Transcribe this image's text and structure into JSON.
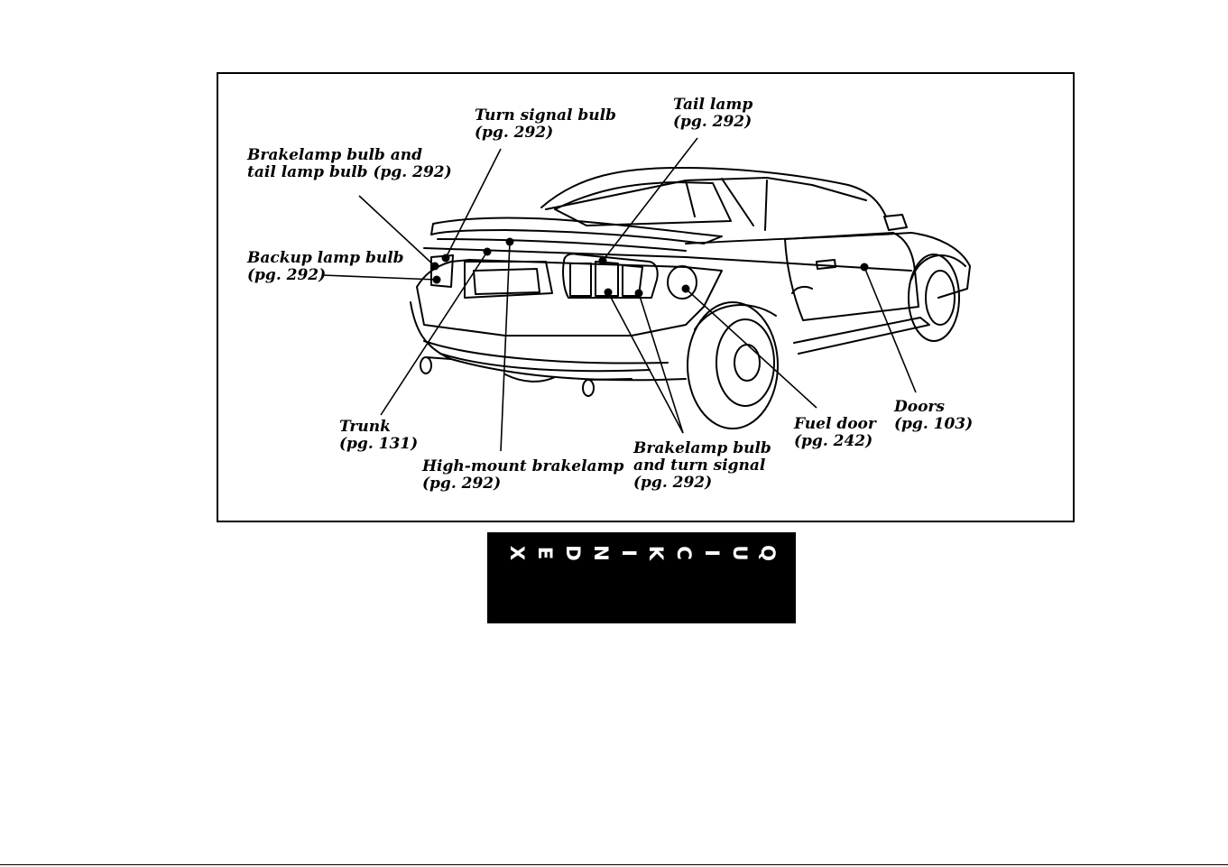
{
  "labels": {
    "turn_signal": {
      "line1": "Turn signal bulb",
      "line2": "(pg. 292)"
    },
    "tail_lamp": {
      "line1": "Tail lamp",
      "line2": "(pg. 292)"
    },
    "brakelamp_tail": {
      "line1": "Brakelamp bulb and",
      "line2": "tail lamp bulb (pg. 292)"
    },
    "backup_lamp": {
      "line1": "Backup lamp bulb",
      "line2": "(pg. 292)"
    },
    "trunk": {
      "line1": "Trunk",
      "line2": "(pg. 131)"
    },
    "high_mount": {
      "line1": "High-mount brakelamp",
      "line2": "(pg. 292)"
    },
    "brakelamp_turn": {
      "line1": "Brakelamp bulb",
      "line2": "and turn signal",
      "line3": "(pg. 292)"
    },
    "fuel_door": {
      "line1": "Fuel door",
      "line2": "(pg. 242)"
    },
    "doors": {
      "line1": "Doors",
      "line2": "(pg. 103)"
    }
  },
  "quick_index": {
    "letters": [
      "X",
      "E",
      "D",
      "N",
      "I",
      "K",
      "C",
      "I",
      "U",
      "Q"
    ]
  },
  "colors": {
    "ink": "#000000",
    "paper": "#ffffff"
  }
}
